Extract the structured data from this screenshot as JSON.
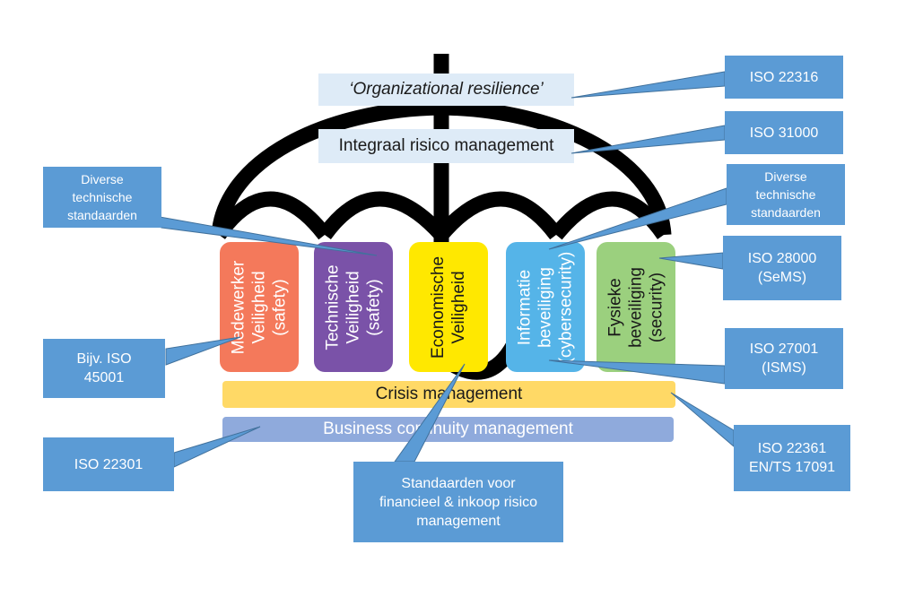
{
  "banners": {
    "resilience": "‘Organizational resilience’",
    "risk": "Integraal risico management"
  },
  "pillars": [
    {
      "label": "Medewerker\nVeiligheid\n(safety)",
      "color": "#f4795b"
    },
    {
      "label": "Technische\nVeiligheid\n(safety)",
      "color": "#7a52a8"
    },
    {
      "label": "Economische\nVeiligheid",
      "color": "#ffe800"
    },
    {
      "label": "Informatie\nbeveiliging\n(cybersecurity)",
      "color": "#55b4e8"
    },
    {
      "label": "Fysieke\nbeveiliging\n(security)",
      "color": "#9bd07e"
    }
  ],
  "bars": {
    "crisis": "Crisis management",
    "bcm": "Business continuity management"
  },
  "callouts": {
    "iso22316": "ISO 22316",
    "iso31000": "ISO 31000",
    "diverse_left": "Diverse\ntechnische\nstandaarden",
    "diverse_right": "Diverse\ntechnische\nstandaarden",
    "iso28000": "ISO 28000\n(SeMS)",
    "iso45001": "Bijv. ISO\n45001",
    "iso27001": "ISO 27001\n(ISMS)",
    "iso22301": "ISO 22301",
    "iso22361": "ISO 22361\nEN/TS 17091",
    "financieel": "Standaarden voor\nfinancieel & inkoop risico\nmanagement"
  },
  "colors": {
    "callout": "#5b9bd5",
    "banner": "#deebf7",
    "crisis": "#ffd966",
    "bcm": "#8faadc",
    "umbrella": "#000000"
  }
}
